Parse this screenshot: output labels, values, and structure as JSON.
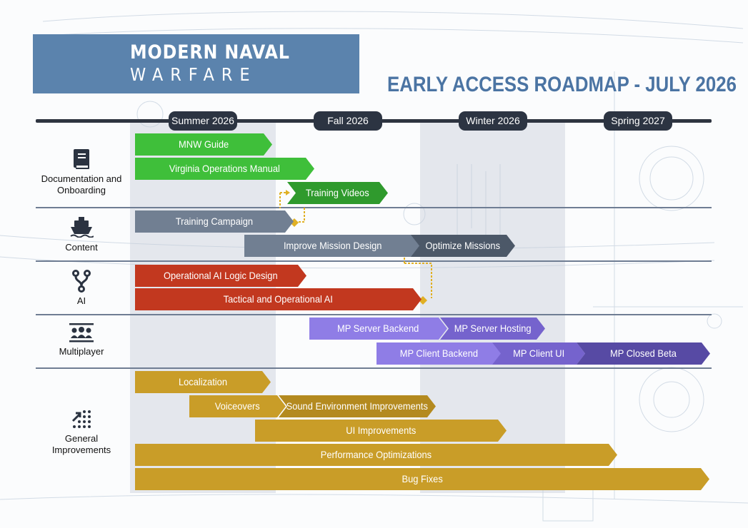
{
  "logo": {
    "line1": "MODERN NAVAL",
    "line2": "WARFARE"
  },
  "title": "EARLY ACCESS ROADMAP - JULY 2026",
  "seasons": [
    "Summer 2026",
    "Fall 2026",
    "Winter 2026",
    "Spring 2027"
  ],
  "colors": {
    "documentation": "#3fbf3a",
    "documentation_dark": "#2f9a2d",
    "content": "#717f92",
    "content_dark": "#4c5868",
    "ai": "#c2381f",
    "multiplayer_light": "#8f7de6",
    "multiplayer_mid": "#7563cd",
    "multiplayer_dark": "#574aa4",
    "general": "#c99d28",
    "general_dark": "#b48a1f",
    "dependency": "#e0b024"
  },
  "categories": [
    {
      "id": "documentation",
      "label_lines": [
        "Documentation and",
        "Onboarding"
      ],
      "icon": "book-icon"
    },
    {
      "id": "content",
      "label_lines": [
        "Content"
      ],
      "icon": "ship-icon"
    },
    {
      "id": "ai",
      "label_lines": [
        "AI"
      ],
      "icon": "branch-icon"
    },
    {
      "id": "multiplayer",
      "label_lines": [
        "Multiplayer"
      ],
      "icon": "group-icon"
    },
    {
      "id": "general",
      "label_lines": [
        "General",
        "Improvements"
      ],
      "icon": "chart-up-icon"
    }
  ],
  "tasks": [
    {
      "label": "MNW Guide",
      "category": "documentation",
      "color": "#3fbf3a"
    },
    {
      "label": "Virginia Operations Manual",
      "category": "documentation",
      "color": "#3fbf3a"
    },
    {
      "label": "Training Videos",
      "category": "documentation",
      "color": "#2f9a2d"
    },
    {
      "label": "Training Campaign",
      "category": "content",
      "color": "#717f92"
    },
    {
      "label": "Improve Mission Design",
      "category": "content",
      "color": "#717f92"
    },
    {
      "label": "Optimize Missions",
      "category": "content",
      "color": "#4c5868"
    },
    {
      "label": "Operational AI Logic Design",
      "category": "ai",
      "color": "#c2381f"
    },
    {
      "label": "Tactical and Operational AI",
      "category": "ai",
      "color": "#c2381f"
    },
    {
      "label": "MP Server Backend",
      "category": "multiplayer",
      "color": "#8f7de6"
    },
    {
      "label": "MP Server Hosting",
      "category": "multiplayer",
      "color": "#7563cd"
    },
    {
      "label": "MP Client Backend",
      "category": "multiplayer",
      "color": "#8f7de6"
    },
    {
      "label": "MP Client UI",
      "category": "multiplayer",
      "color": "#7563cd"
    },
    {
      "label": "MP Closed Beta",
      "category": "multiplayer",
      "color": "#574aa4"
    },
    {
      "label": "Localization",
      "category": "general",
      "color": "#c99d28"
    },
    {
      "label": "Voiceovers",
      "category": "general",
      "color": "#c99d28"
    },
    {
      "label": "Sound Environment Improvements",
      "category": "general",
      "color": "#b48a1f"
    },
    {
      "label": "UI Improvements",
      "category": "general",
      "color": "#c99d28"
    },
    {
      "label": "Performance Optimizations",
      "category": "general",
      "color": "#c99d28"
    },
    {
      "label": "Bug Fixes",
      "category": "general",
      "color": "#c99d28"
    }
  ]
}
